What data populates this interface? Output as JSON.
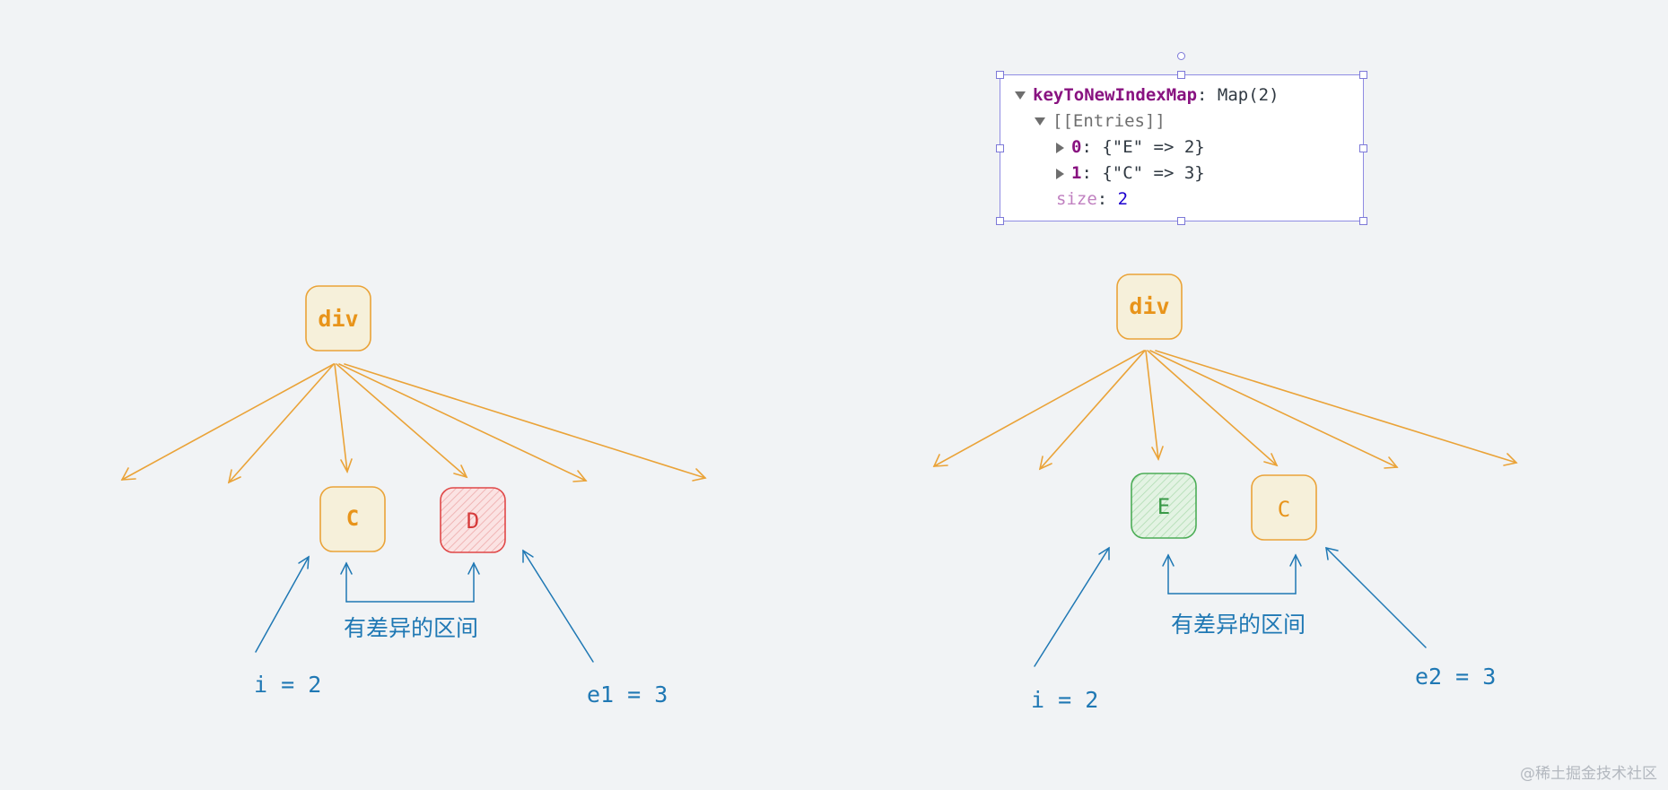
{
  "left": {
    "root_node": "div",
    "node_c": "C",
    "node_d": "D",
    "range_label": "有差异的区间",
    "i_label": "i = 2",
    "e_label": "e1 = 3"
  },
  "right": {
    "root_node": "div",
    "node_e": "E",
    "node_c": "C",
    "range_label": "有差异的区间",
    "i_label": "i = 2",
    "e_label": "e2 = 3"
  },
  "devtools": {
    "map_name": "keyToNewIndexMap",
    "map_type": ": Map(2)",
    "entries_label": "[[Entries]]",
    "entry0_index": "0",
    "entry0_value": ": {\"E\" => 2}",
    "entry1_index": "1",
    "entry1_value": ": {\"C\" => 3}",
    "size_key": "size",
    "size_sep": ": ",
    "size_value": "2"
  },
  "watermark": "@稀土掘金技术社区",
  "colors": {
    "background": "#f1f3f5",
    "orange_stroke": "#eaa338",
    "orange_fill": "#f6f0da",
    "orange_text": "#e8941a",
    "red_stroke": "#e04848",
    "red_text": "#d63a3a",
    "green_stroke": "#4cad56",
    "green_text": "#3a9a48",
    "blue": "#1f78b4"
  }
}
